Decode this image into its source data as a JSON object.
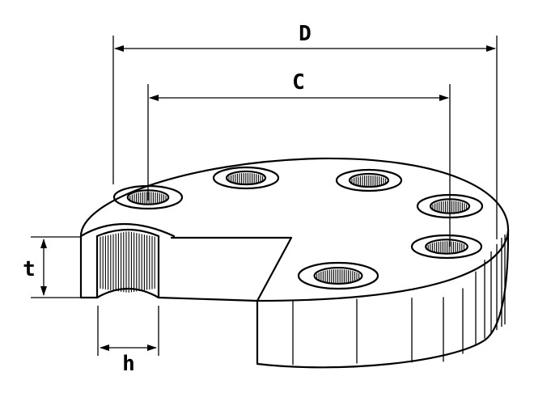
{
  "diagram": {
    "labels": {
      "outer_diameter": "D",
      "bolt_circle": "C",
      "thickness": "t",
      "bore": "h"
    },
    "line_color": "#000000",
    "background": "#ffffff"
  }
}
